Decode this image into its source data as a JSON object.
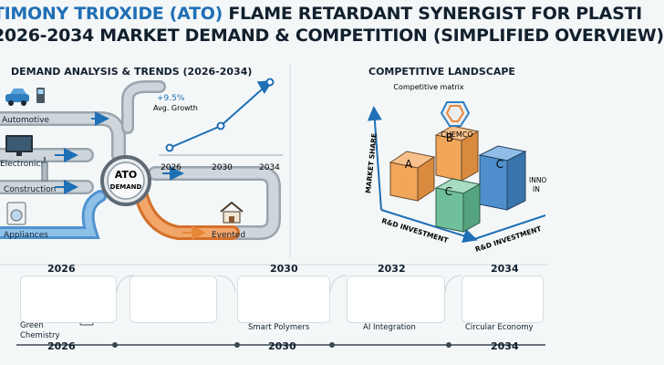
{
  "title": {
    "line1_accent": "TIMONY TRIOXIDE (ATO)",
    "line1_rest": " FLAME RETARDANT SYNERGIST FOR PLASTI",
    "line2": "2026-2034 MARKET DEMAND & COMPETITION (SIMPLIFIED OVERVIEW)"
  },
  "demand": {
    "heading": "DEMAND ANALYSIS & TRENDS (2026-2034)",
    "growth_value": "+9.5%",
    "growth_label": "Avg. Growth",
    "trend_years": [
      "2026",
      "2030",
      "2034"
    ],
    "sectors": [
      "Automotive",
      "Electronics",
      "Construction",
      "Appliances"
    ],
    "hub_label_1": "ATO",
    "hub_label_2": "DEMAND",
    "output_label": "Evented"
  },
  "competition": {
    "heading": "COMPETITIVE LANDSCAPE",
    "matrix_label": "Competitive matrix",
    "leader_label": "CHEMCO",
    "cubes": [
      "A",
      "B",
      "C",
      "C"
    ],
    "y_axis": "MARKET SHARE",
    "x_axis_1": "R&D INVESTMENT",
    "x_axis_2": "R&D INVESTMENT",
    "cut_label_1": "INNO",
    "cut_label_2": "IN"
  },
  "timeline": {
    "top_years": [
      "2026",
      "2030",
      "2032",
      "2034"
    ],
    "bottom_years": [
      "2026",
      "2030",
      "2034"
    ],
    "cards": [
      {
        "line1": "Green",
        "line2": "Chemistry"
      },
      {
        "line1": "",
        "line2": ""
      },
      {
        "line1": "Smart Polymers",
        "line2": ""
      },
      {
        "line1": "AI Integration",
        "line2": ""
      },
      {
        "line1": "Circular Economy",
        "line2": ""
      }
    ]
  },
  "colors": {
    "accent_blue": "#1f6fb5",
    "pipe_gray": "#b9c2c9",
    "pipe_blue": "#4f92cf",
    "pipe_orange": "#e8863a",
    "cube_orange": "#f2a65a",
    "cube_green": "#6fbf9a",
    "cube_blue": "#4f8fce"
  }
}
